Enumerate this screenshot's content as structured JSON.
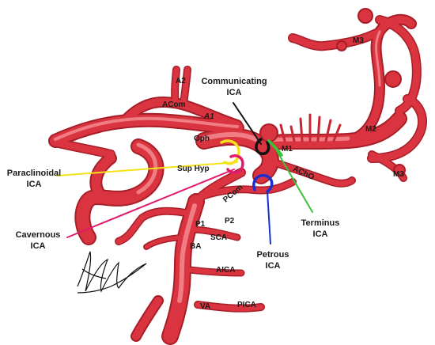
{
  "colors": {
    "vessel": "#d9343f",
    "vessel_light": "#f07a80",
    "vessel_dark": "#a81e28",
    "yellow_segment": "#f5e21a",
    "magenta_segment": "#e01b6e",
    "black_segment": "#111111",
    "blue_segment": "#1a2fd0",
    "green_segment": "#39c43a"
  },
  "vessel_labels": {
    "a2": "A2",
    "acom": "ACom",
    "a1": "A1",
    "oph": "Oph",
    "sup_hyp": "Sup Hyp",
    "pcom": "PCom",
    "m1": "M1",
    "acho": "AChO",
    "m2": "M2",
    "m3_top": "M3",
    "m3_right": "M3",
    "p1": "P1",
    "p2": "P2",
    "sca": "SCA",
    "ba": "BA",
    "aica": "AICA",
    "va": "VA",
    "pica": "PICA"
  },
  "segment_labels": {
    "communicating": [
      "Communicating",
      "ICA"
    ],
    "paraclinoidal": [
      "Paraclinoidal",
      "ICA"
    ],
    "cavernous": [
      "Cavernous",
      "ICA"
    ],
    "petrous": [
      "Petrous",
      "ICA"
    ],
    "terminus": [
      "Terminus",
      "ICA"
    ]
  }
}
